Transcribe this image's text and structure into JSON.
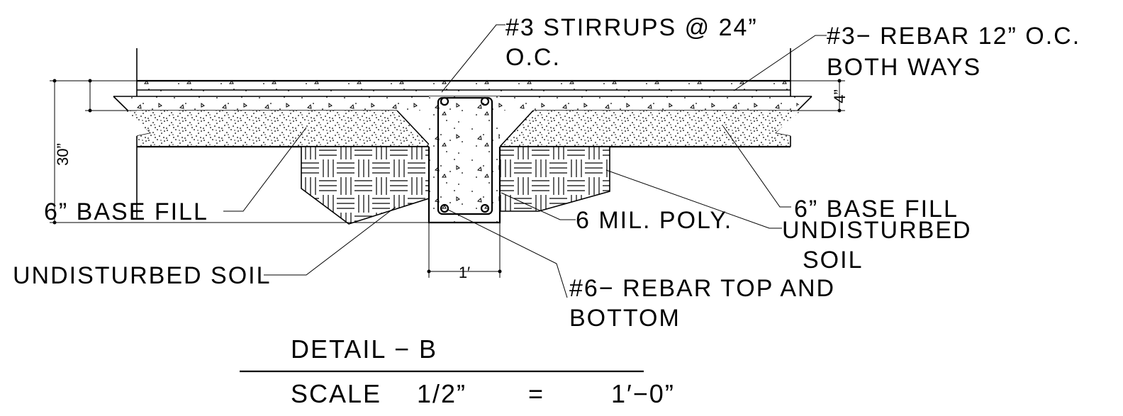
{
  "detail": {
    "title": "DETAIL   − B",
    "scale_label": "SCALE",
    "scale_ratio": "1/2”",
    "scale_equals": "=",
    "scale_value": "1′−0”"
  },
  "labels": {
    "stirrups_line1": "#3 STIRRUPS @ 24”",
    "stirrups_line2": "O.C.",
    "rebar12_line1": "#3− REBAR 12” O.C.",
    "rebar12_line2": "BOTH WAYS",
    "base_fill_left": "6” BASE FILL",
    "base_fill_right": "6” BASE FILL",
    "poly": "6 MIL. POLY.",
    "soil_right_line1": "UNDISTURBED",
    "soil_right_line2": "SOIL",
    "soil_left": "UNDISTURBED SOIL",
    "rebar6_line1": "#6− REBAR TOP AND",
    "rebar6_line2": "BOTTOM"
  },
  "dimensions": {
    "total_depth": "30”",
    "slab_depth": "4”",
    "beam_width": "1′"
  },
  "hatch_patterns": {
    "concrete": "concrete-aggregate-hatch",
    "base_fill": "gravel-stipple-hatch",
    "soil": "basketweave-earth-hatch"
  }
}
